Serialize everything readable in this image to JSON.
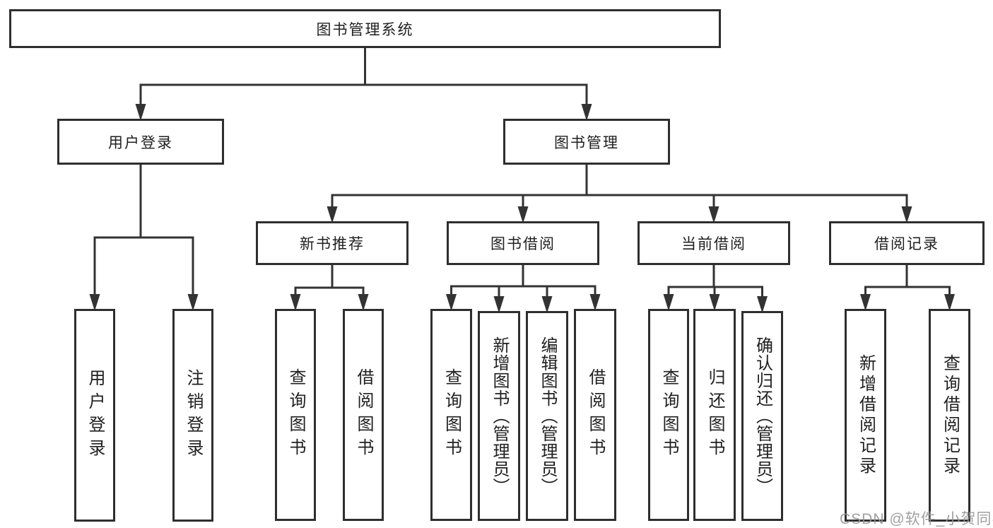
{
  "diagram_title": "图书管理系统",
  "watermark": "CSDN @软件_小贺同学",
  "colors": {
    "line": "#333333",
    "box_border": "#2e2e2e",
    "text": "#1f1f1f",
    "watermark": "#969696",
    "background": "#ffffff"
  },
  "nodes": {
    "root": {
      "label": "图书管理系统"
    },
    "user_login": {
      "label": "用户登录"
    },
    "book_management": {
      "label": "图书管理"
    },
    "new_book_recommend": {
      "label": "新书推荐"
    },
    "book_borrowing": {
      "label": "图书借阅"
    },
    "current_borrowing": {
      "label": "当前借阅"
    },
    "borrowing_records": {
      "label": "借阅记录"
    },
    "leaf_user_login": {
      "label": "用户登录"
    },
    "leaf_logout": {
      "label": "注销登录"
    },
    "leaf_query_books_recommend": {
      "label": "查询图书"
    },
    "leaf_borrow_books_recommend": {
      "label": "借阅图书"
    },
    "leaf_query_books_borrowing": {
      "label": "查询图书"
    },
    "leaf_add_books_admin": {
      "label": "新增图书（管理员）"
    },
    "leaf_edit_books_admin": {
      "label": "编辑图书（管理员）"
    },
    "leaf_borrow_books_borrowing": {
      "label": "借阅图书"
    },
    "leaf_query_books_current": {
      "label": "查询图书"
    },
    "leaf_return_books": {
      "label": "归还图书"
    },
    "leaf_confirm_return_admin": {
      "label": "确认归还（管理员）"
    },
    "leaf_add_borrow_record": {
      "label": "新增借阅记录"
    },
    "leaf_query_borrow_record": {
      "label": "查询借阅记录"
    }
  },
  "hierarchy": {
    "图书管理系统": {
      "用户登录": [
        "用户登录",
        "注销登录"
      ],
      "图书管理": {
        "新书推荐": [
          "查询图书",
          "借阅图书"
        ],
        "图书借阅": [
          "查询图书",
          "新增图书（管理员）",
          "编辑图书（管理员）",
          "借阅图书"
        ],
        "当前借阅": [
          "查询图书",
          "归还图书",
          "确认归还（管理员）"
        ],
        "借阅记录": [
          "新增借阅记录",
          "查询借阅记录"
        ]
      }
    }
  }
}
